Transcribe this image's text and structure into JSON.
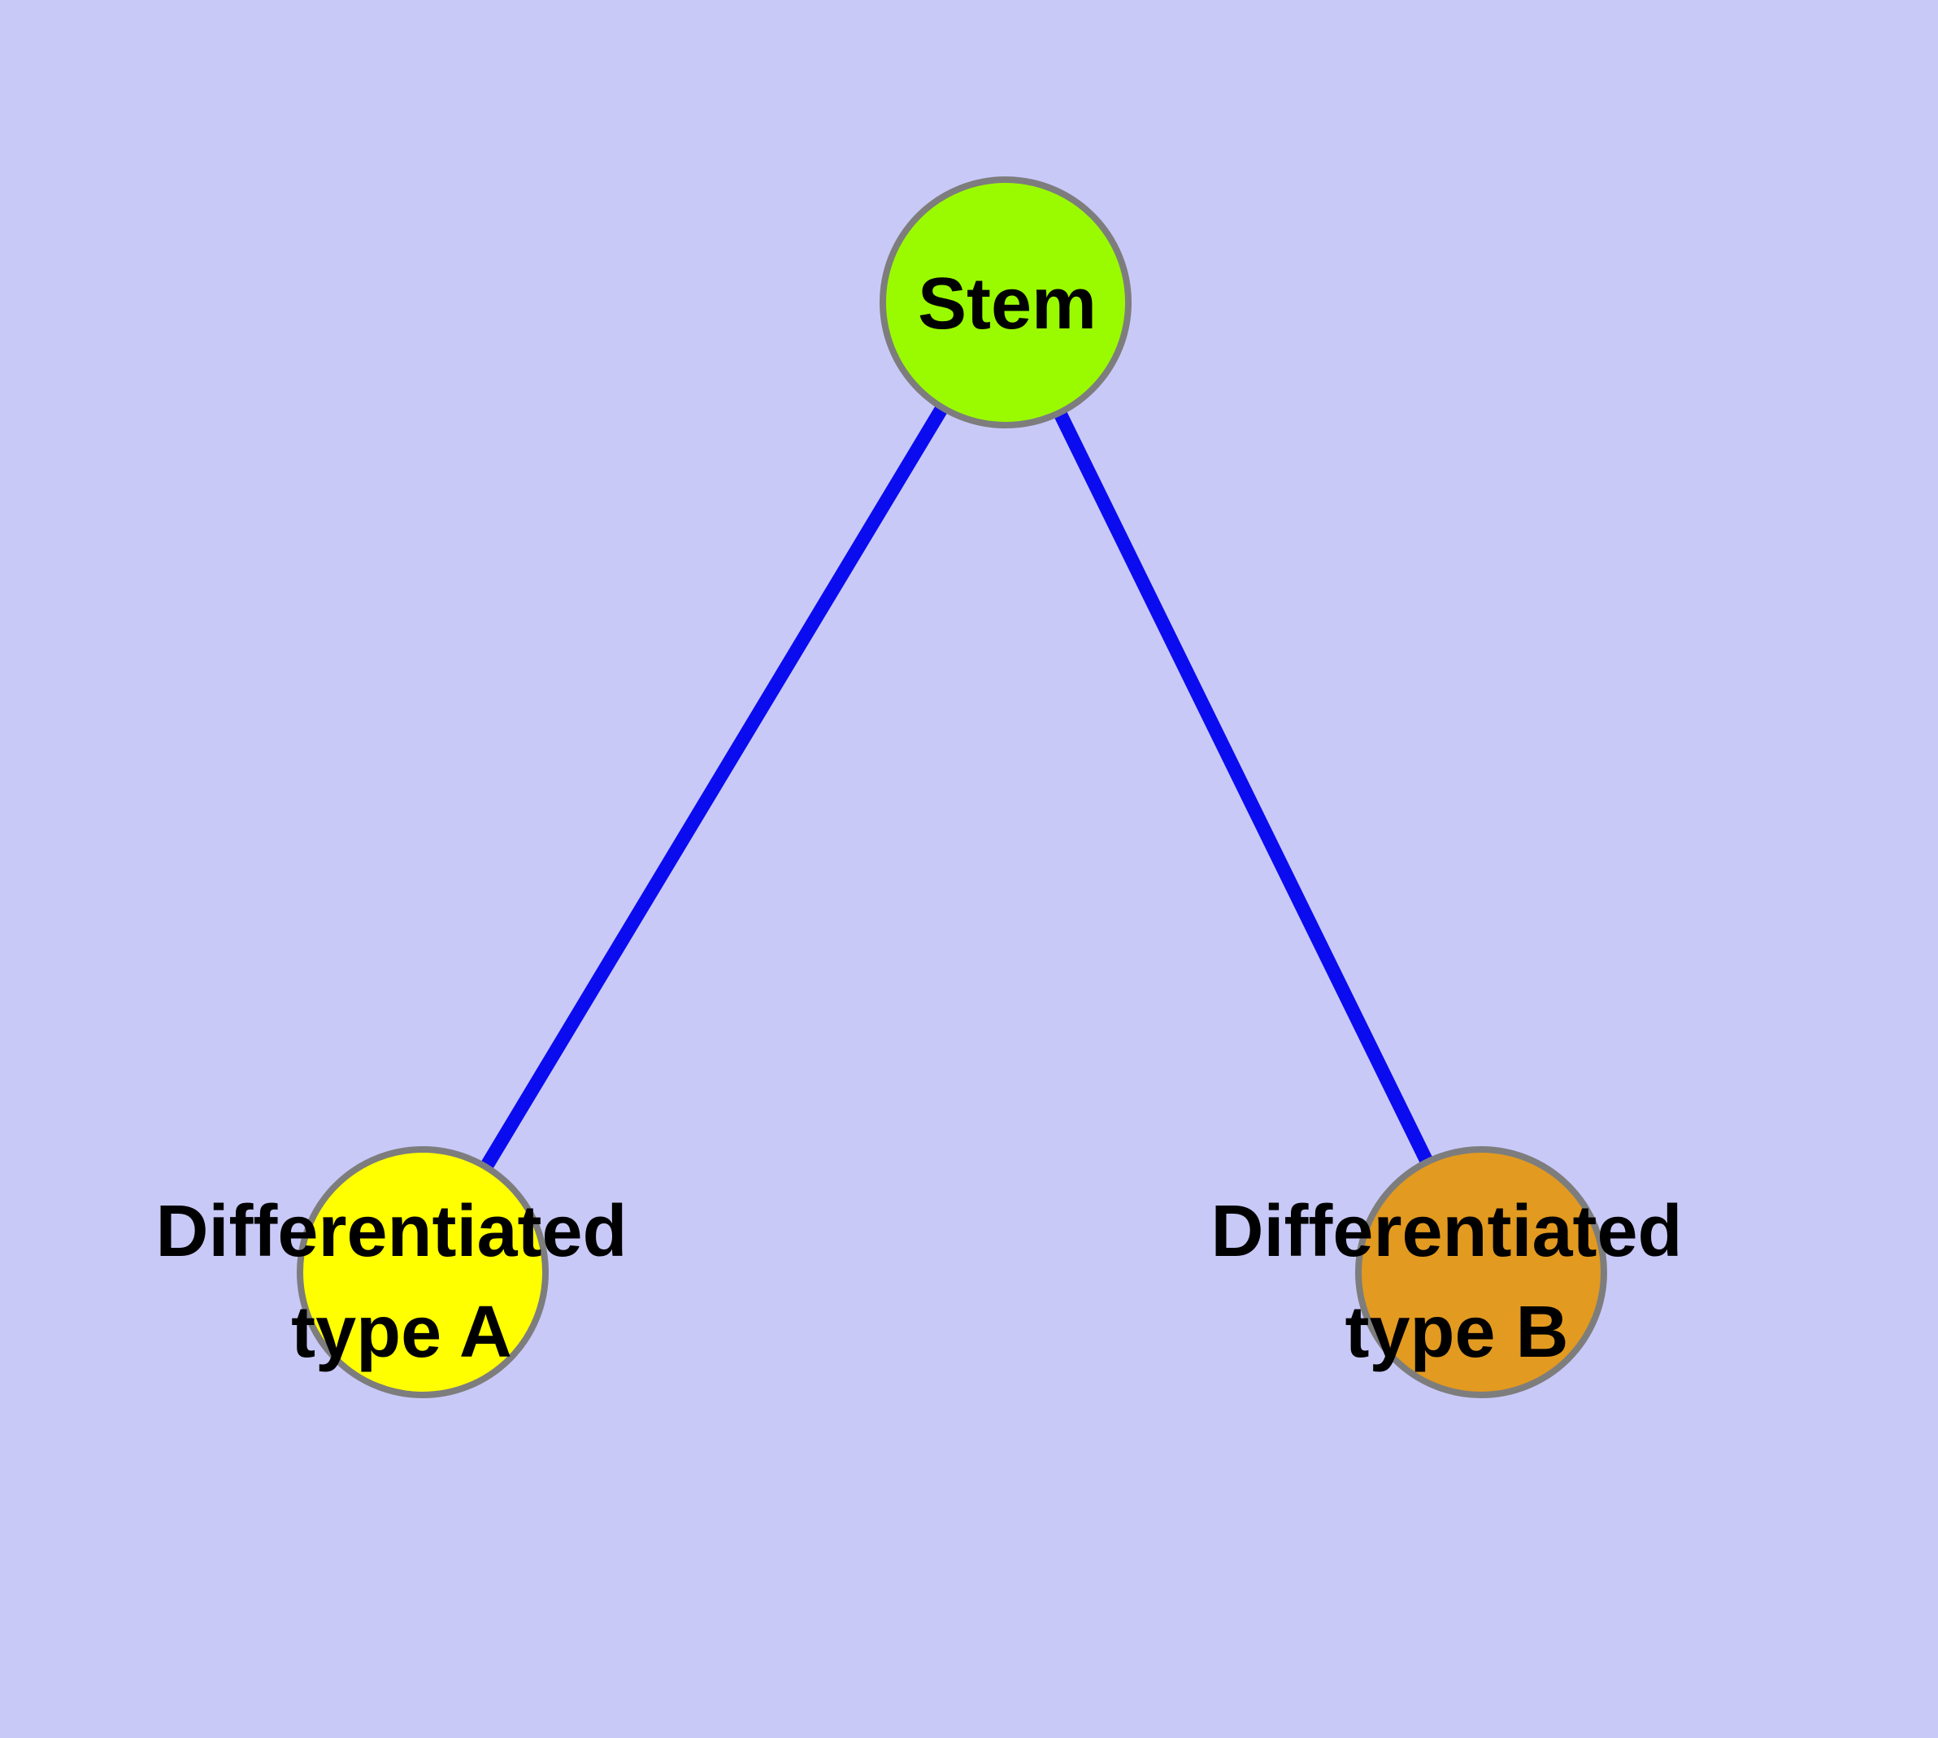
{
  "diagram": {
    "background": "#c9c9f8",
    "edge_color": "#0b0bf0",
    "node_border_color": "#7d7d7d",
    "label_color": "#000000",
    "nodes": [
      {
        "id": "stem",
        "label": "Stem",
        "label_lines": [
          "Stem"
        ],
        "color": "#9afb00"
      },
      {
        "id": "differentiated-type-a",
        "label": "Differentiated type A",
        "label_lines": [
          "Differentiated",
          "type A"
        ],
        "color": "#ffff00"
      },
      {
        "id": "differentiated-type-b",
        "label": "Differentiated type B",
        "label_lines": [
          "Differentiated",
          "type B"
        ],
        "color": "#e29a20"
      }
    ],
    "edges": [
      {
        "from": "stem",
        "to": "differentiated-type-a"
      },
      {
        "from": "stem",
        "to": "differentiated-type-b"
      }
    ]
  }
}
